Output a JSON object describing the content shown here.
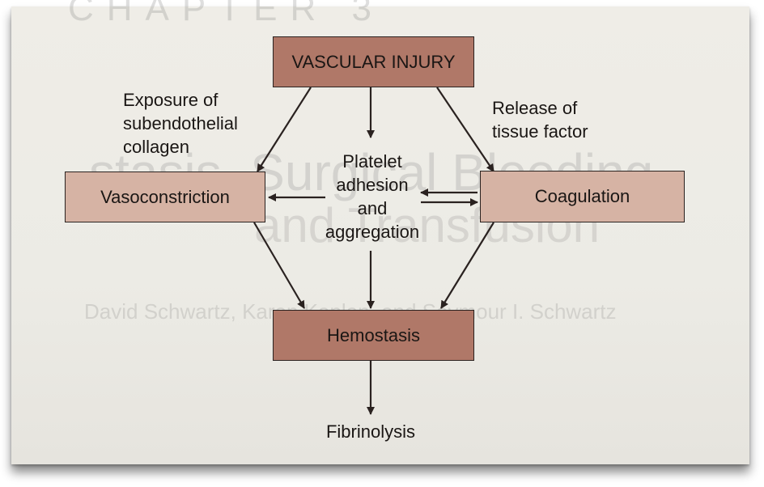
{
  "nodes": {
    "vascular_injury": "VASCULAR INJURY",
    "vasoconstriction": "Vasoconstriction",
    "coagulation": "Coagulation",
    "hemostasis": "Hemostasis",
    "platelet": "Platelet\nadhesion\nand\naggregation",
    "fibrinolysis": "Fibrinolysis"
  },
  "edge_labels": {
    "exposure": "Exposure of\nsubendothelial\ncollagen",
    "release": "Release of\ntissue factor"
  },
  "background": {
    "chapter": "CHAPTER 3",
    "title_line1": "stasis, Surgical Bleeding,",
    "title_line2": "and Transfusion",
    "authors": "David Schwartz, Karen Kaplan, and Seymour I. Schwartz"
  },
  "colors": {
    "dark_box": "#b07868",
    "light_box": "#d6b3a4",
    "paper": "#ecebe5",
    "ink": "#1a1614"
  }
}
